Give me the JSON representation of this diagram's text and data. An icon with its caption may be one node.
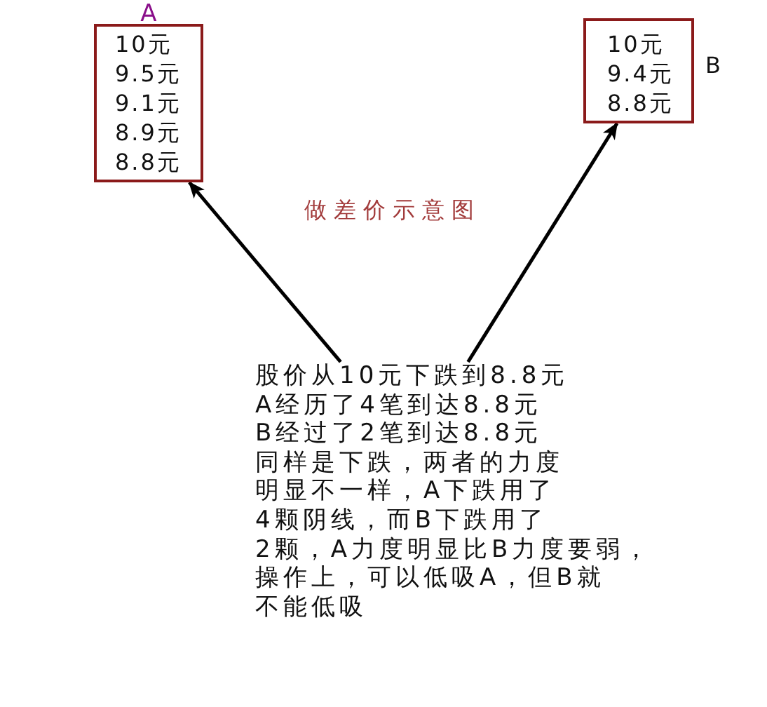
{
  "diagram": {
    "title": "做差价示意图",
    "nodes": [
      {
        "text": [
          "A",
          "10元",
          "9.5元",
          "9.1元",
          "8.9元",
          "8.8元"
        ]
      },
      {
        "text": [
          "10元",
          "9.4元",
          "8.8元"
        ],
        "beside": [
          "B"
        ]
      },
      {
        "text": [
          "股价从10元下跌到8.8元",
          "A经历了4笔到达8.8元",
          "B经过了2笔到达8.8元",
          "同样是下跌，两者的力度",
          "明显不一样，A下跌用了",
          "4颗阴线，而B下跌用了",
          "2颗，A力度明显比B力度要弱，",
          "操作上，可以低吸A，但B就",
          "不能低吸"
        ]
      }
    ],
    "edges": [
      {
        "from": 2,
        "to": 0,
        "arrow": "to"
      },
      {
        "from": 2,
        "to": 1,
        "arrow": "to"
      }
    ]
  }
}
